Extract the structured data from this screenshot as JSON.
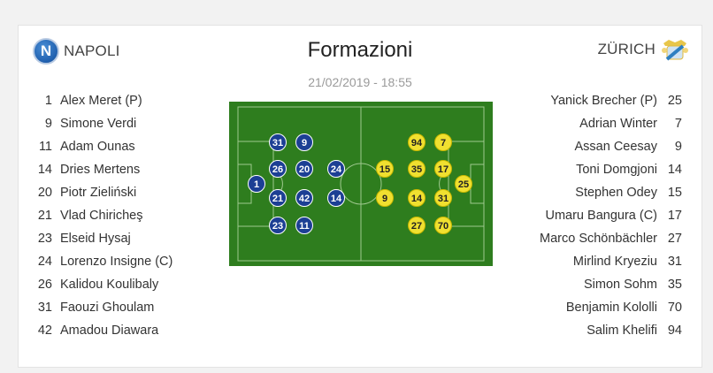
{
  "header": {
    "title": "Formazioni",
    "datetime": "21/02/2019 - 18:55"
  },
  "home": {
    "name": "NAPOLI",
    "logo_letter": "N",
    "players": [
      {
        "num": "1",
        "name": "Alex Meret (P)"
      },
      {
        "num": "9",
        "name": "Simone Verdi"
      },
      {
        "num": "11",
        "name": "Adam Ounas"
      },
      {
        "num": "14",
        "name": "Dries Mertens"
      },
      {
        "num": "20",
        "name": "Piotr Zieliński"
      },
      {
        "num": "21",
        "name": "Vlad Chiricheş"
      },
      {
        "num": "23",
        "name": "Elseid Hysaj"
      },
      {
        "num": "24",
        "name": "Lorenzo Insigne (C)"
      },
      {
        "num": "26",
        "name": "Kalidou Koulibaly"
      },
      {
        "num": "31",
        "name": "Faouzi Ghoulam"
      },
      {
        "num": "42",
        "name": "Amadou Diawara"
      }
    ]
  },
  "away": {
    "name": "ZÜRICH",
    "players": [
      {
        "num": "25",
        "name": "Yanick Brecher (P)"
      },
      {
        "num": "7",
        "name": "Adrian Winter"
      },
      {
        "num": "9",
        "name": "Assan Ceesay"
      },
      {
        "num": "14",
        "name": "Toni Domgjoni"
      },
      {
        "num": "15",
        "name": "Stephen Odey"
      },
      {
        "num": "17",
        "name": "Umaru Bangura (C)"
      },
      {
        "num": "27",
        "name": "Marco Schönbächler"
      },
      {
        "num": "31",
        "name": "Mirlind Kryeziu"
      },
      {
        "num": "35",
        "name": "Simon Sohm"
      },
      {
        "num": "70",
        "name": "Benjamin Kololli"
      },
      {
        "num": "94",
        "name": "Salim Khelifi"
      }
    ]
  },
  "pitch": {
    "home_markers": [
      "1",
      "26",
      "21",
      "31",
      "23",
      "20",
      "42",
      "9",
      "11",
      "24",
      "14"
    ],
    "away_markers": [
      "25",
      "7",
      "17",
      "31",
      "70",
      "94",
      "35",
      "14",
      "27",
      "15",
      "9"
    ]
  },
  "colors": {
    "pitch": "#2e7d1e",
    "home_marker": "#1c3f94",
    "away_marker": "#f0e030"
  }
}
